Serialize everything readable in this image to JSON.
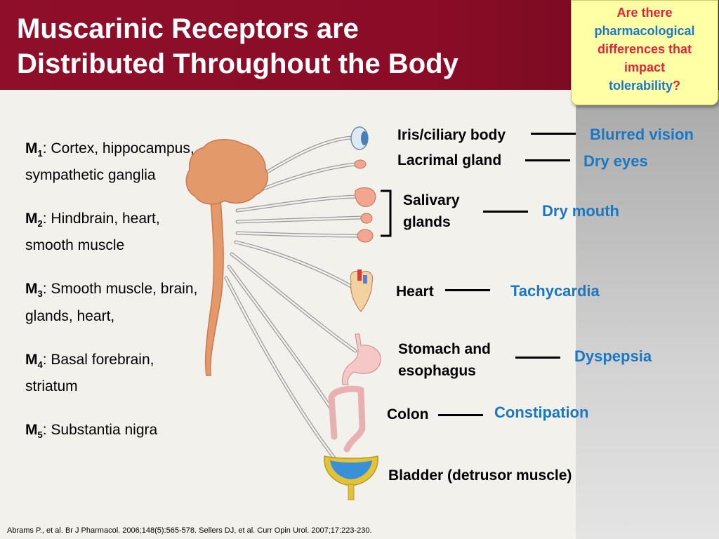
{
  "header": {
    "title_line1": "Muscarinic Receptors are",
    "title_line2": "Distributed Throughout the Body"
  },
  "callout": {
    "line1": "Are there",
    "line2": "pharmacological",
    "line3": "differences that",
    "line4": "impact",
    "line5": "tolerability",
    "qmark": "?"
  },
  "receptors": [
    {
      "name": "M",
      "sub": "1",
      "text": ": Cortex, hippocampus, sympathetic ganglia"
    },
    {
      "name": "M",
      "sub": "2",
      "text": ": Hindbrain, heart, smooth muscle"
    },
    {
      "name": "M",
      "sub": "3",
      "text": ": Smooth muscle, brain, glands, heart,"
    },
    {
      "name": "M",
      "sub": "4",
      "text": ": Basal forebrain, striatum"
    },
    {
      "name": "M",
      "sub": "5",
      "text": ": Substantia nigra"
    }
  ],
  "organs": {
    "iris": "Iris/ciliary body",
    "lacrimal": "Lacrimal gland",
    "salivary": "Salivary glands",
    "heart": "Heart",
    "stomach": "Stomach and esophagus",
    "colon": "Colon",
    "bladder": "Bladder (detrusor muscle)"
  },
  "effects": {
    "iris": "Blurred vision",
    "lacrimal": "Dry eyes",
    "salivary": "Dry mouth",
    "heart": "Tachycardia",
    "stomach": "Dyspepsia",
    "colon": "Constipation"
  },
  "reference": "Abrams P., et al. Br J Pharmacol. 2006;148(5):565-578. Sellers DJ, et al. Curr Opin Urol. 2007;17:223-230.",
  "colors": {
    "header": "#8f0f2a",
    "callout_bg": "#ffffa6",
    "effect_blue": "#1a78c2",
    "callout_red": "#e1243c",
    "brain": "#e4996b"
  }
}
